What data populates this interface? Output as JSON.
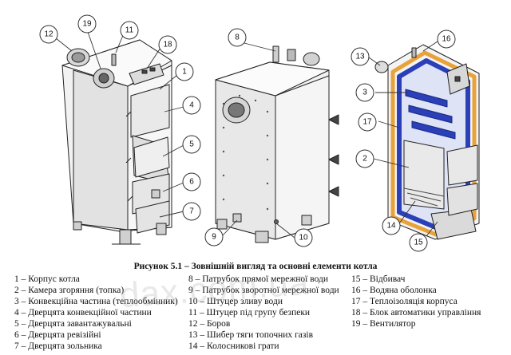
{
  "callouts": {
    "n1": "1",
    "n2": "2",
    "n3": "3",
    "n4": "4",
    "n5": "5",
    "n6": "6",
    "n7": "7",
    "n8": "8",
    "n9": "9",
    "n10": "10",
    "n11": "11",
    "n12": "12",
    "n13": "13",
    "n14": "14",
    "n15": "15",
    "n16": "16",
    "n17": "17",
    "n18": "18",
    "n19": "19"
  },
  "caption": "Рисунок 5.1 – Зовнішній вигляд та основні елементи котла",
  "legend": {
    "col1": [
      "1 – Корпус котла",
      "2 – Камера згоряння (топка)",
      "3 – Конвекційна частина (теплообмінник)",
      "4 – Дверцята конвекційної частини",
      "5 – Дверцята завантажувальні",
      "6 – Дверцята ревізійні",
      "7 – Дверцята зольника"
    ],
    "col2": [
      "8 – Патрубок прямої мережної води",
      "9 – Патрубок зворотної мережної води",
      "10 – Штуцер зливу води",
      "11 – Штуцер під групу безпеки",
      "12 – Боров",
      "13 – Шибер тяги топочних газів",
      "14 – Колосникові грати"
    ],
    "col3": [
      "15 – Відбивач",
      "16 – Водяна оболонка",
      "17 – Теплоізоляція корпуса",
      "18 – Блок автоматики управління",
      "19 – Вентилятор"
    ]
  },
  "watermark": "dax.com.ua",
  "colors": {
    "line": "#222222",
    "body": "#eeeeee",
    "insulation": "#e8a23a",
    "jacket": "#2a3fb8"
  }
}
